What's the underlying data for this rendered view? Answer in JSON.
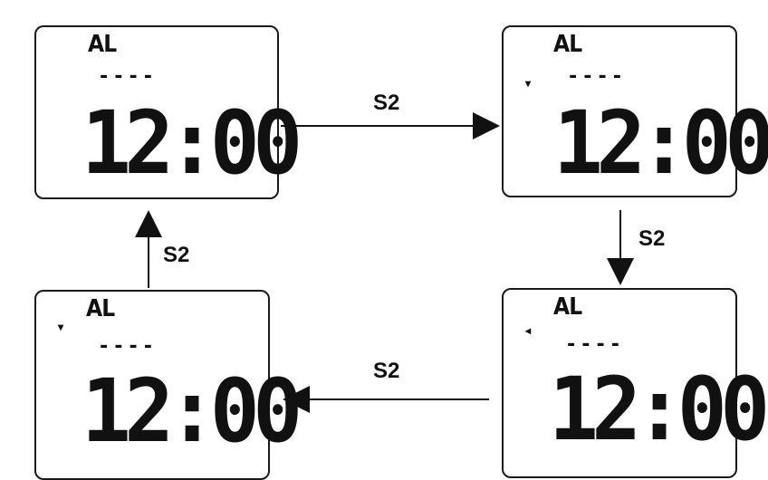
{
  "screens": [
    {
      "id": "top-left",
      "mode": "AL",
      "dashes": "----",
      "time": "12:00",
      "indicator": ""
    },
    {
      "id": "top-right",
      "mode": "AL",
      "dashes": "----",
      "time": "12:00",
      "indicator": "▾"
    },
    {
      "id": "bottom-right",
      "mode": "AL",
      "dashes": "----",
      "time": "12:00",
      "indicator": "◂"
    },
    {
      "id": "bottom-left",
      "mode": "AL",
      "dashes": "----",
      "time": "12:00",
      "indicator": "▾"
    }
  ],
  "transitions": [
    {
      "from": "top-left",
      "to": "top-right",
      "label": "S2"
    },
    {
      "from": "top-right",
      "to": "bottom-right",
      "label": "S2"
    },
    {
      "from": "bottom-right",
      "to": "bottom-left",
      "label": "S2"
    },
    {
      "from": "bottom-left",
      "to": "top-left",
      "label": "S2"
    }
  ]
}
